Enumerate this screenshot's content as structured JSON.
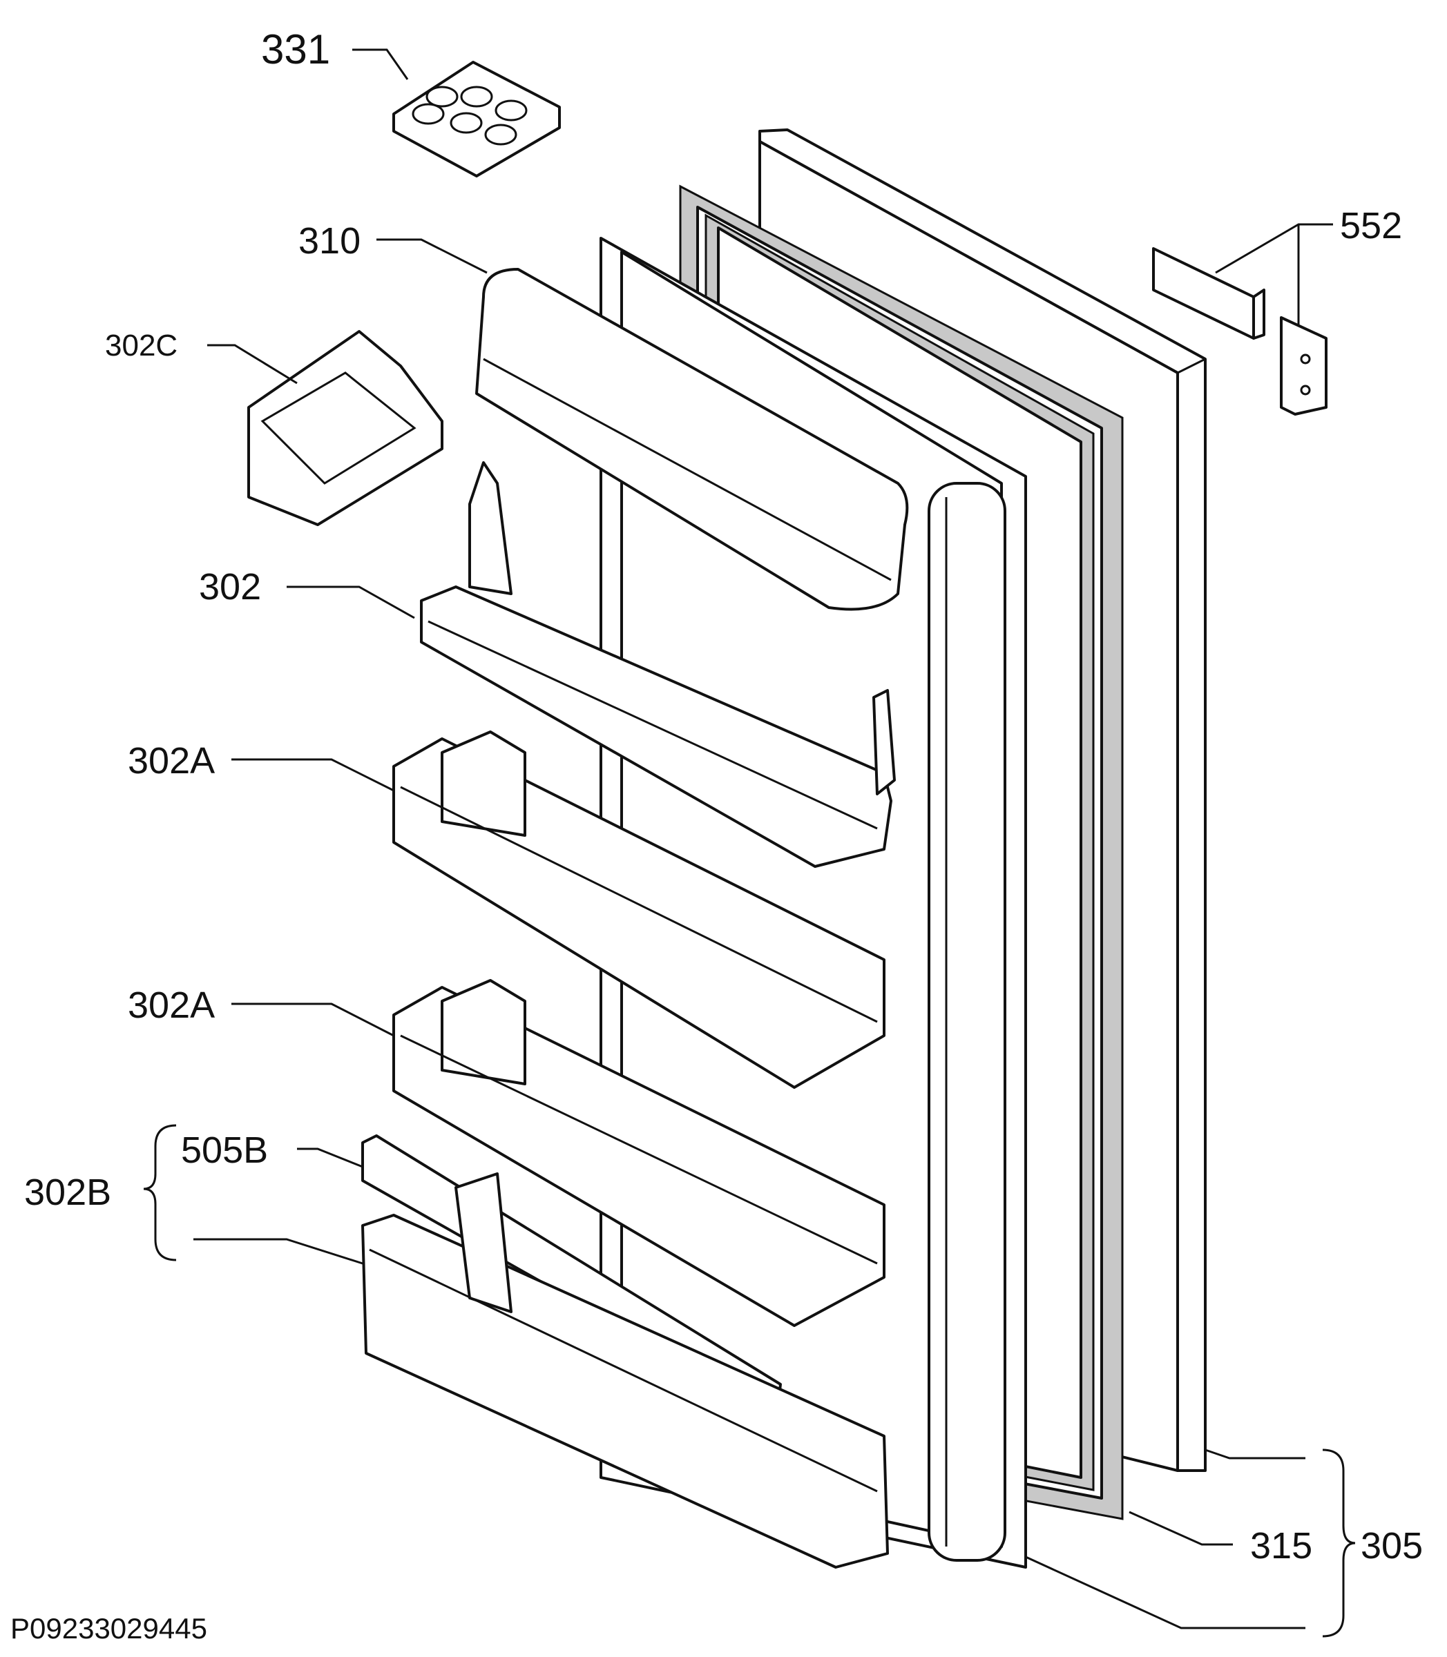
{
  "labels": {
    "p331": "331",
    "p310": "310",
    "p302c": "302C",
    "p302": "302",
    "p302a_1": "302A",
    "p302a_2": "302A",
    "p302b": "302B",
    "p505b": "505B",
    "p552": "552",
    "p315": "315",
    "p305": "305"
  },
  "document_id": "P09233029445",
  "colors": {
    "line": "#111111",
    "gasket": "#c8c8c8",
    "background": "#ffffff"
  }
}
